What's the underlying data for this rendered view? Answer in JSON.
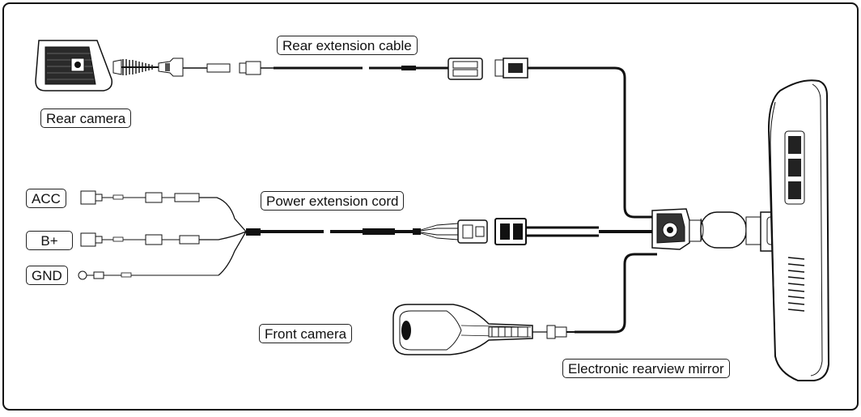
{
  "labels": {
    "rear_extension_cable": "Rear extension cable",
    "rear_camera": "Rear camera",
    "power_extension_cord": "Power extension cord",
    "acc": "ACC",
    "b_plus": "B+",
    "gnd": "GND",
    "front_camera": "Front camera",
    "electronic_rearview_mirror": "Electronic rearview mirror"
  },
  "colors": {
    "line": "#111111",
    "fill_dark": "#333333",
    "fill_light": "#ffffff"
  }
}
